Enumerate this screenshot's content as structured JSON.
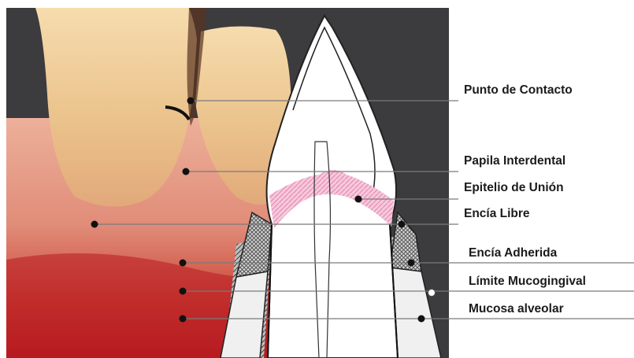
{
  "labels": {
    "punto_contacto": "Punto de Contacto",
    "papila_interdental": "Papila Interdental",
    "epitelio_union": "Epitelio de Unión",
    "encia_libre": "Encía Libre",
    "encia_adherida": "Encía Adherida",
    "limite_mucogingival": "Límite Mucogingival",
    "mucosa_alveolar": "Mucosa alveolar"
  },
  "colors": {
    "background_dark": "#3c3b3d",
    "tooth_enamel": "#ecc58e",
    "gingiva": "#e59a86",
    "mucosa": "#c1282a",
    "pink_epithelium": "#f2a8c8",
    "leader_line": "#7a7a7a",
    "marker_dot": "#111111"
  }
}
